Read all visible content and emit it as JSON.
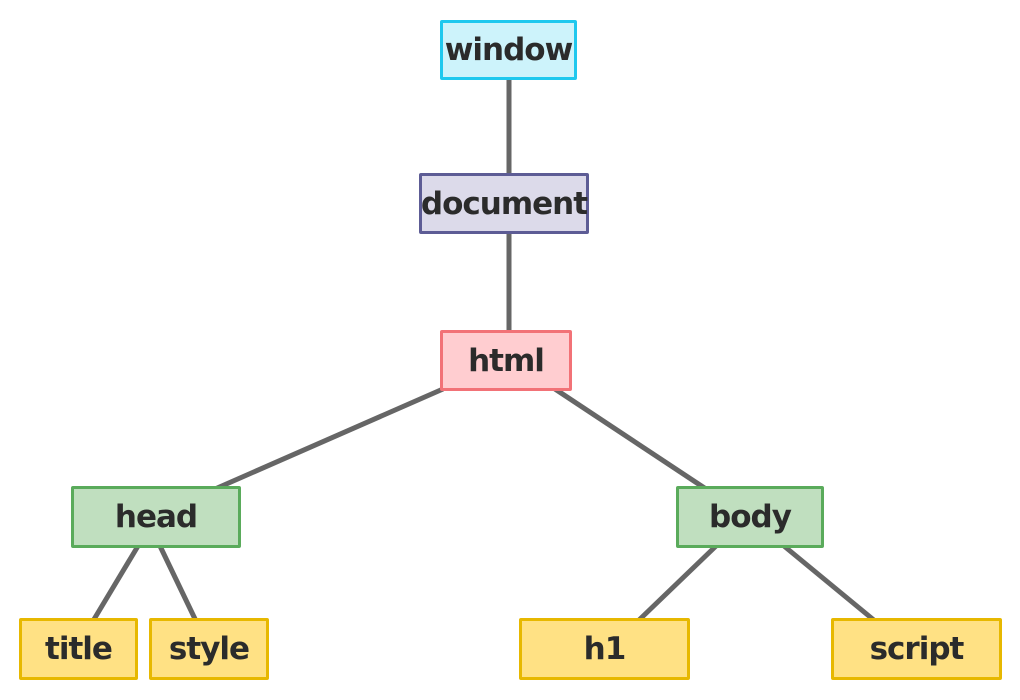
{
  "diagram": {
    "type": "tree",
    "colors": {
      "edge": "#666666",
      "root_fill": "#cdf3fb",
      "root_border": "#1fc8ee",
      "document_fill": "#dcdaea",
      "document_border": "#5d5c95",
      "html_fill": "#ffcdd0",
      "html_border": "#f27277",
      "section_fill": "#c0dfbf",
      "section_border": "#5aab5b",
      "leaf_fill": "#ffe184",
      "leaf_border": "#e7b800"
    },
    "nodes": {
      "window": "window",
      "document": "document",
      "html": "html",
      "head": "head",
      "body": "body",
      "title": "title",
      "style": "style",
      "h1": "h1",
      "script": "script"
    },
    "edges": [
      [
        "window",
        "document"
      ],
      [
        "document",
        "html"
      ],
      [
        "html",
        "head"
      ],
      [
        "html",
        "body"
      ],
      [
        "head",
        "title"
      ],
      [
        "head",
        "style"
      ],
      [
        "body",
        "h1"
      ],
      [
        "body",
        "script"
      ]
    ]
  }
}
